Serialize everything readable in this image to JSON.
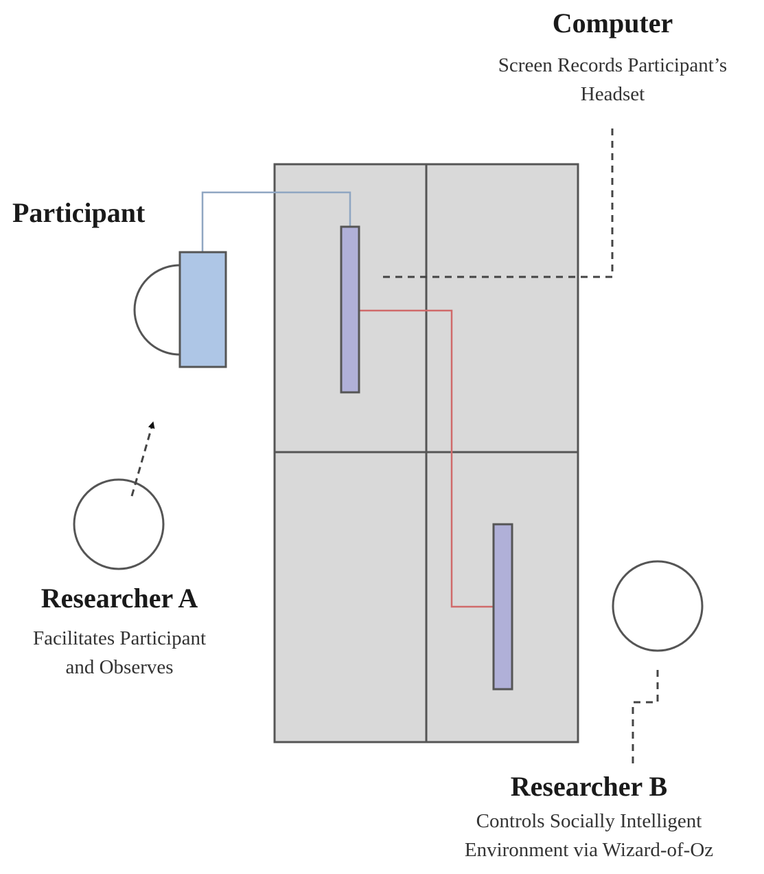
{
  "labels": {
    "computer": {
      "title": "Computer",
      "desc_line1": "Screen Records Participant’s",
      "desc_line2": "Headset"
    },
    "participant": {
      "title": "Participant"
    },
    "researcher_a": {
      "title": "Researcher A",
      "desc_line1": "Facilitates Participant",
      "desc_line2": "and Observes"
    },
    "researcher_b": {
      "title": "Researcher B",
      "desc_line1": "Controls Socially Intelligent",
      "desc_line2": "Environment via Wizard-of-Oz"
    }
  },
  "colors": {
    "room_fill": "#d9d9d9",
    "outline": "#555555",
    "headset_fill": "#aec6e6",
    "display_fill": "#b0b0d8",
    "headset_cable": "#8fa6c2",
    "display_cable": "#d06a6a",
    "dashed": "#444444"
  }
}
